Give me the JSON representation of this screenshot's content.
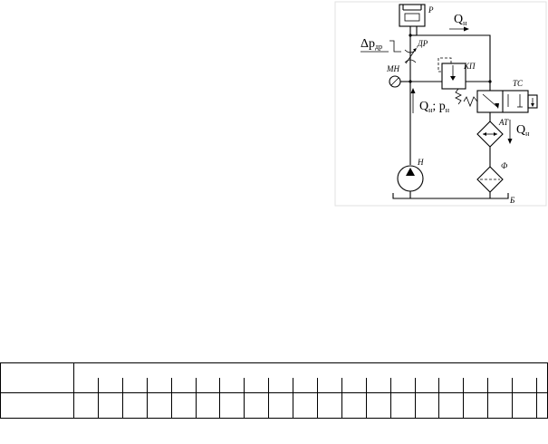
{
  "diagram": {
    "labels": {
      "P": "Р",
      "DR": "ДР",
      "MN": "МН",
      "KP": "КП",
      "TS": "ТС",
      "AT": "АТ",
      "H": "Н",
      "F": "Ф",
      "B": "Б"
    },
    "flow_top": "Q",
    "flow_top_sub": "н",
    "flow_right": "Q",
    "flow_right_sub": "н",
    "flow_pump": "Q",
    "flow_pump_sub": "н",
    "flow_pump_sep": "; p",
    "flow_pump_sub2": "н",
    "dp_label": "Δp",
    "dp_sub": "др"
  },
  "table": {
    "rows": 2,
    "tick_columns": 19
  }
}
